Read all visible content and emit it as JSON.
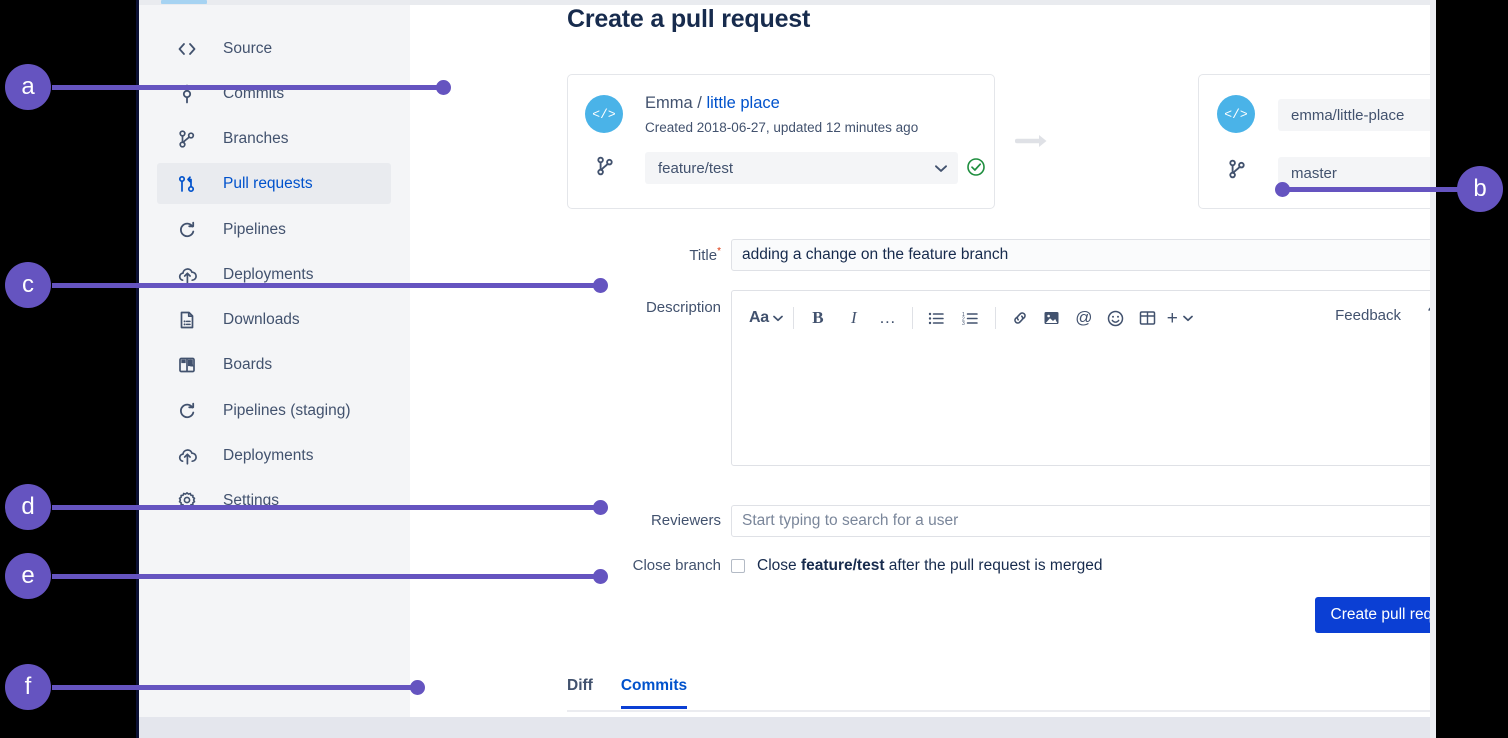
{
  "window": {
    "title": "Create a pull request"
  },
  "sidebar": {
    "items": [
      {
        "label": "Source",
        "icon": "code-icon",
        "active": false
      },
      {
        "label": "Commits",
        "icon": "commits-icon",
        "active": false
      },
      {
        "label": "Branches",
        "icon": "branches-icon",
        "active": false
      },
      {
        "label": "Pull requests",
        "icon": "pull-request-icon",
        "active": true
      },
      {
        "label": "Pipelines",
        "icon": "pipelines-icon",
        "active": false
      },
      {
        "label": "Deployments",
        "icon": "deployments-icon",
        "active": false
      },
      {
        "label": "Downloads",
        "icon": "downloads-icon",
        "active": false
      },
      {
        "label": "Boards",
        "icon": "boards-icon",
        "active": false
      },
      {
        "label": "Pipelines (staging)",
        "icon": "pipelines-icon",
        "active": false
      },
      {
        "label": "Deployments",
        "icon": "deployments-icon",
        "active": false
      },
      {
        "label": "Settings",
        "icon": "gear-icon",
        "active": false
      }
    ]
  },
  "source_panel": {
    "avatar_glyph": "</>",
    "owner": "Emma",
    "separator": " / ",
    "repo": "little place",
    "meta": "Created 2018-06-27, updated 12 minutes ago",
    "branch_select_value": "feature/test",
    "status": "valid"
  },
  "destination_panel": {
    "avatar_glyph": "</>",
    "repo_select_value": "emma/little-place",
    "branch_select_value": "master",
    "status": "valid"
  },
  "form": {
    "title_label": "Title",
    "title_required_mark": "*",
    "title_value": "adding a change on the feature branch",
    "description_label": "Description",
    "reviewers_label": "Reviewers",
    "reviewers_placeholder": "Start typing to search for a user",
    "close_branch_label": "Close branch",
    "close_branch_text_before": "Close ",
    "close_branch_branch": "feature/test",
    "close_branch_text_after": " after the pull request is merged",
    "close_branch_checked": false,
    "submit_label": "Create pull request"
  },
  "editor_toolbar": {
    "text_style": "Aa",
    "bold": "B",
    "italic": "I",
    "more": "…",
    "bullet_list": "bullet-list-icon",
    "numbered_list": "numbered-list-icon",
    "link": "link-icon",
    "image": "image-icon",
    "mention": "@",
    "emoji": "emoji-icon",
    "table": "table-icon",
    "insert": "+",
    "feedback_label": "Feedback",
    "help_label": "?"
  },
  "tabs": [
    {
      "label": "Diff",
      "active": false
    },
    {
      "label": "Commits",
      "active": true
    }
  ],
  "callouts": [
    {
      "letter": "a"
    },
    {
      "letter": "b"
    },
    {
      "letter": "c"
    },
    {
      "letter": "d"
    },
    {
      "letter": "e"
    },
    {
      "letter": "f"
    }
  ],
  "colors": {
    "accent_purple": "#6554c0",
    "link_blue": "#0052cc",
    "button_blue": "#0b3fd4",
    "avatar_blue": "#4ab3e8",
    "success_green": "#1e8e3e",
    "sidebar_bg": "#f4f5f7",
    "text_dark": "#172b4d",
    "text_muted": "#42526e",
    "required_red": "#de350b"
  }
}
